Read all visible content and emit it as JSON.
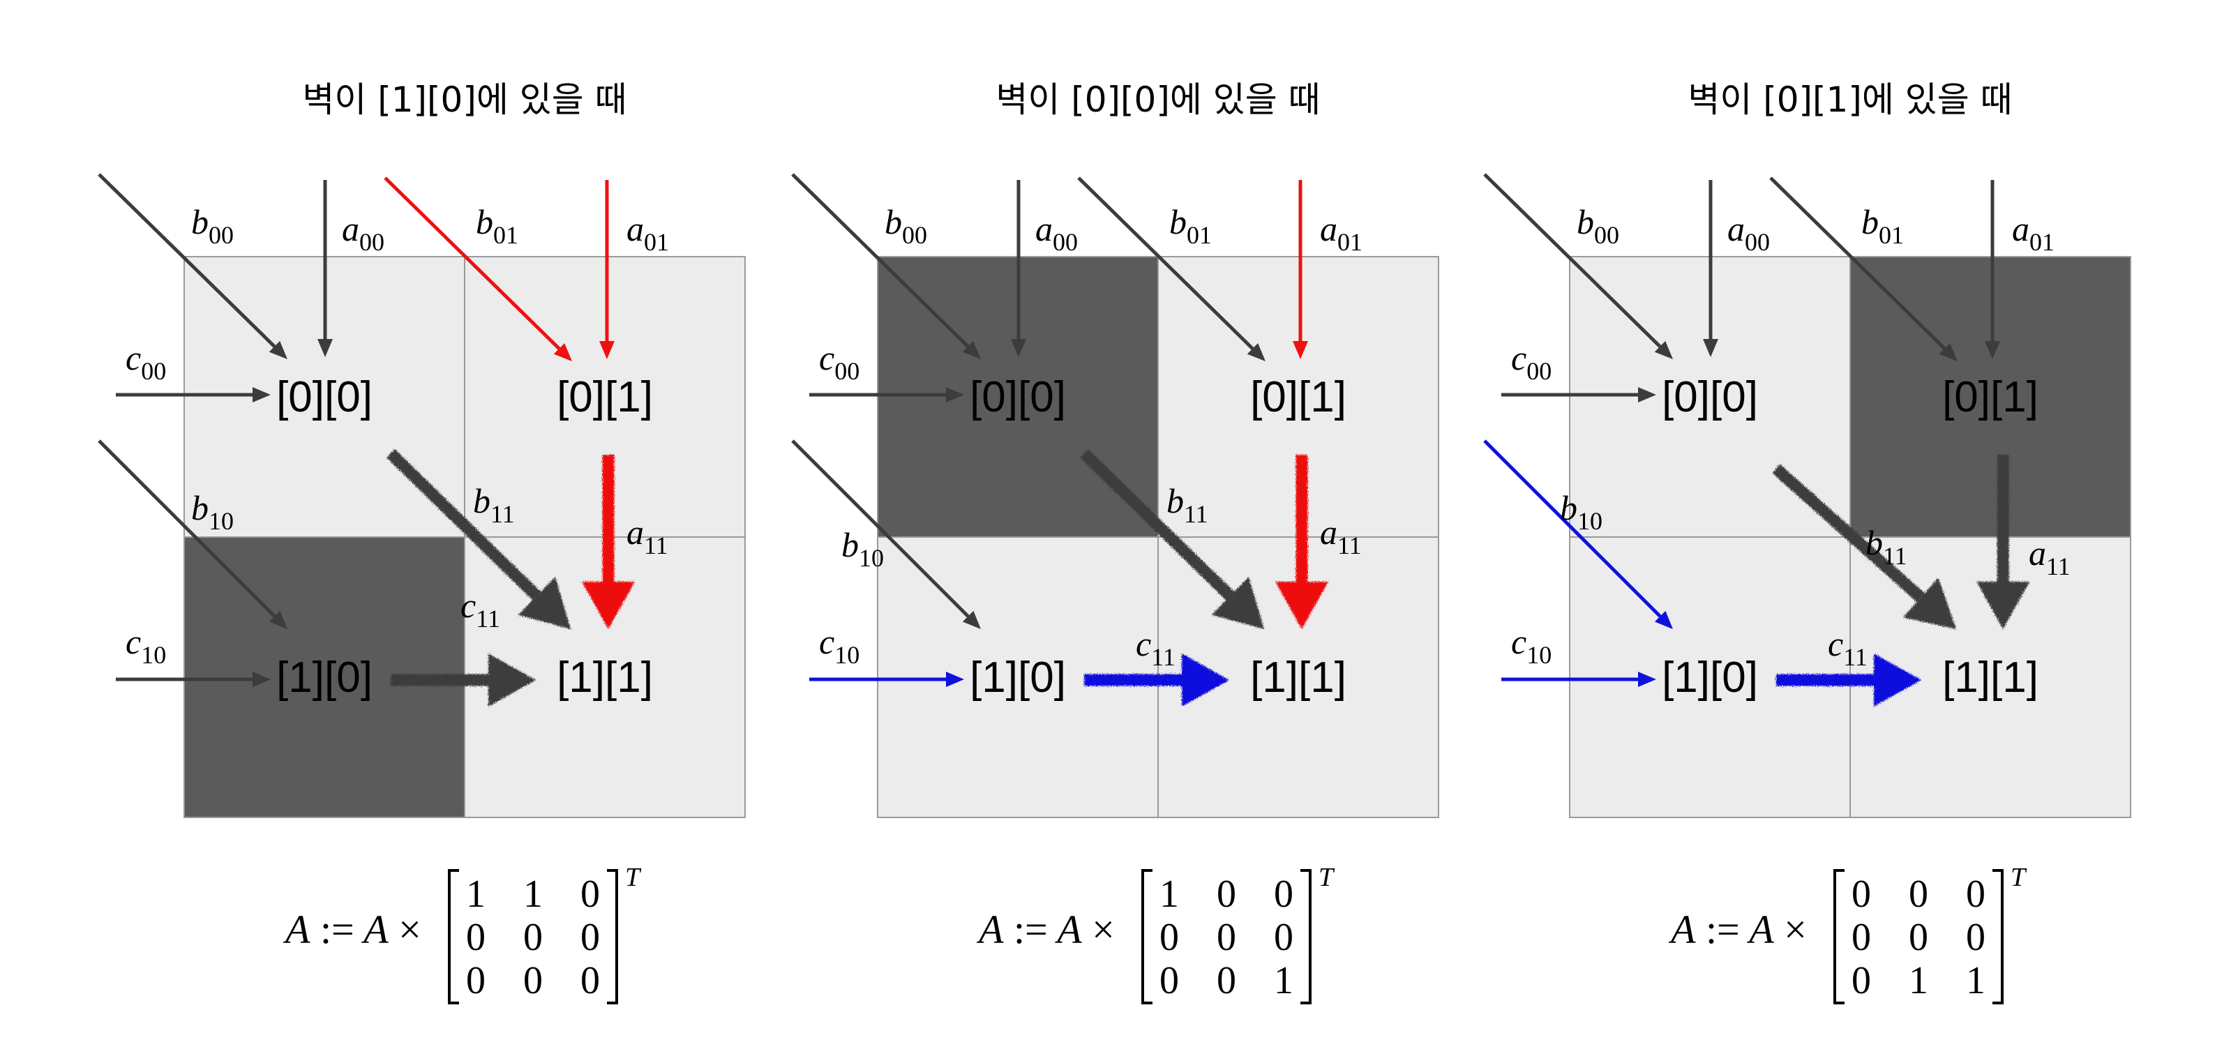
{
  "colors": {
    "cell_light": "#ececec",
    "cell_dark": "#5b5b5b",
    "cell_border": "#9a9a9a",
    "arrow_default": "#3c3c3c",
    "arrow_red": "#ee1111",
    "arrow_blue": "#1111dd"
  },
  "panels": [
    {
      "title": "벽이 [1][0]에 있을 때",
      "wall": [
        1,
        0
      ],
      "cells": [
        {
          "row": 0,
          "col": 0,
          "label": "[0][0]"
        },
        {
          "row": 0,
          "col": 1,
          "label": "[0][1]"
        },
        {
          "row": 1,
          "col": 0,
          "label": "[1][0]"
        },
        {
          "row": 1,
          "col": 1,
          "label": "[1][1]"
        }
      ],
      "vars": {
        "b00": {
          "base": "b",
          "sub": "00"
        },
        "a00": {
          "base": "a",
          "sub": "00"
        },
        "b01": {
          "base": "b",
          "sub": "01"
        },
        "a01": {
          "base": "a",
          "sub": "01"
        },
        "c00": {
          "base": "c",
          "sub": "00"
        },
        "b10": {
          "base": "b",
          "sub": "10"
        },
        "c10": {
          "base": "c",
          "sub": "10"
        },
        "b11": {
          "base": "b",
          "sub": "11"
        },
        "a11": {
          "base": "a",
          "sub": "11"
        },
        "c11": {
          "base": "c",
          "sub": "11"
        }
      },
      "arrow_colors": {
        "b01": "red",
        "a01": "red",
        "a11": "red",
        "c10": "default",
        "b10": "default"
      },
      "equation": {
        "lhs": "A := A ×",
        "matrix": [
          [
            "1",
            "1",
            "0"
          ],
          [
            "0",
            "0",
            "0"
          ],
          [
            "0",
            "0",
            "0"
          ]
        ],
        "superscript": "T"
      }
    },
    {
      "title": "벽이 [0][0]에 있을 때",
      "wall": [
        0,
        0
      ],
      "cells": [
        {
          "row": 0,
          "col": 0,
          "label": "[0][0]"
        },
        {
          "row": 0,
          "col": 1,
          "label": "[0][1]"
        },
        {
          "row": 1,
          "col": 0,
          "label": "[1][0]"
        },
        {
          "row": 1,
          "col": 1,
          "label": "[1][1]"
        }
      ],
      "vars": {
        "b00": {
          "base": "b",
          "sub": "00"
        },
        "a00": {
          "base": "a",
          "sub": "00"
        },
        "b01": {
          "base": "b",
          "sub": "01"
        },
        "a01": {
          "base": "a",
          "sub": "01"
        },
        "c00": {
          "base": "c",
          "sub": "00"
        },
        "b10": {
          "base": "b",
          "sub": "10"
        },
        "c10": {
          "base": "c",
          "sub": "10"
        },
        "b11": {
          "base": "b",
          "sub": "11"
        },
        "a11": {
          "base": "a",
          "sub": "11"
        },
        "c11": {
          "base": "c",
          "sub": "11"
        }
      },
      "arrow_colors": {
        "a01": "red",
        "a11": "red",
        "c10": "blue",
        "c11": "blue"
      },
      "equation": {
        "lhs": "A := A ×",
        "matrix": [
          [
            "1",
            "0",
            "0"
          ],
          [
            "0",
            "0",
            "0"
          ],
          [
            "0",
            "0",
            "1"
          ]
        ],
        "superscript": "T"
      }
    },
    {
      "title": "벽이 [0][1]에 있을 때",
      "wall": [
        0,
        1
      ],
      "cells": [
        {
          "row": 0,
          "col": 0,
          "label": "[0][0]"
        },
        {
          "row": 0,
          "col": 1,
          "label": "[0][1]"
        },
        {
          "row": 1,
          "col": 0,
          "label": "[1][0]"
        },
        {
          "row": 1,
          "col": 1,
          "label": "[1][1]"
        }
      ],
      "vars": {
        "b00": {
          "base": "b",
          "sub": "00"
        },
        "a00": {
          "base": "a",
          "sub": "00"
        },
        "b01": {
          "base": "b",
          "sub": "01"
        },
        "a01": {
          "base": "a",
          "sub": "01"
        },
        "c00": {
          "base": "c",
          "sub": "00"
        },
        "b10": {
          "base": "b",
          "sub": "10"
        },
        "c10": {
          "base": "c",
          "sub": "10"
        },
        "b11": {
          "base": "b",
          "sub": "11"
        },
        "a11": {
          "base": "a",
          "sub": "11"
        },
        "c11": {
          "base": "c",
          "sub": "11"
        }
      },
      "arrow_colors": {
        "b10": "blue",
        "c10": "blue",
        "c11": "blue"
      },
      "equation": {
        "lhs": "A := A ×",
        "matrix": [
          [
            "0",
            "0",
            "0"
          ],
          [
            "0",
            "0",
            "0"
          ],
          [
            "0",
            "1",
            "1"
          ]
        ],
        "superscript": "T"
      }
    }
  ]
}
